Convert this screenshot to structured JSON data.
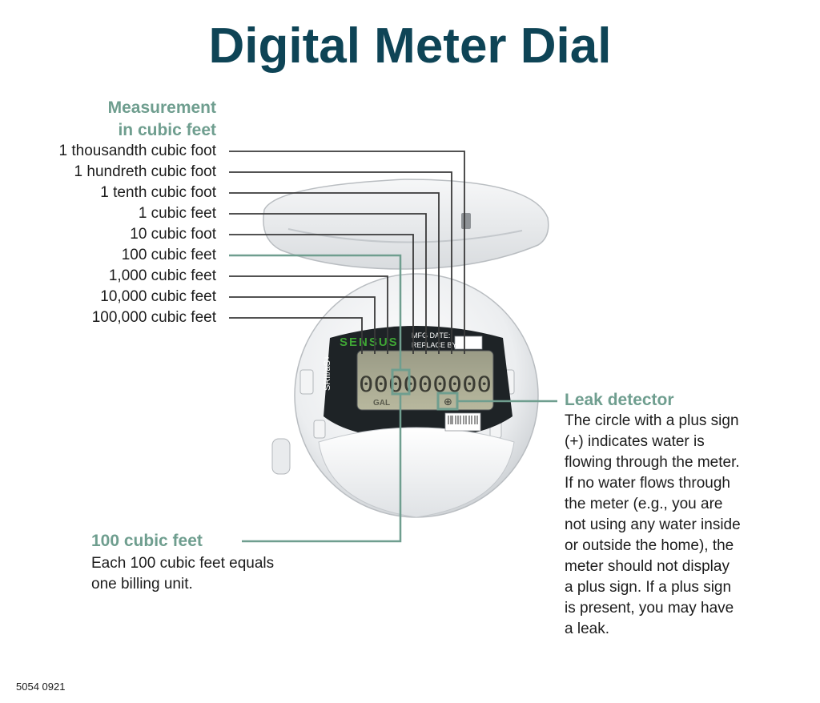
{
  "title": "Digital Meter Dial",
  "measurement_heading": {
    "line1": "Measurement",
    "line2": "in cubic feet"
  },
  "measurement_labels": [
    "1 thousandth cubic foot",
    "1 hundreth cubic foot",
    "1 tenth cubic foot",
    "1 cubic feet",
    "10 cubic foot",
    "100 cubic feet",
    "1,000 cubic feet",
    "10,000 cubic feet",
    "100,000 cubic feet"
  ],
  "meter": {
    "brand": "SENSUS",
    "model": "SRII/aS+",
    "mfg_label": "MFG DATE:",
    "replace_label": "REPLACE BY:",
    "digits": "000000000",
    "unit": "GAL",
    "leak_symbol": "⊕"
  },
  "leak_detector": {
    "title": "Leak detector",
    "lines": [
      "The circle with a plus sign",
      "(+) indicates water is",
      "flowing through the meter.",
      "If no water flows through",
      "the meter (e.g., you are",
      "not using any water inside",
      "or outside the home), the",
      "meter should not display",
      "a plus sign. If a plus sign",
      "is present, you may have",
      "a leak."
    ]
  },
  "billing_unit": {
    "title": "100 cubic feet",
    "lines": [
      "Each 100 cubic feet equals",
      "one billing unit."
    ]
  },
  "document_code": "5054 0921",
  "colors": {
    "title": "#0e4456",
    "accent": "#6f9e8f",
    "text": "#1c1c1c",
    "leader_dark": "#3a3a3a",
    "meter_green": "#3fa535"
  }
}
